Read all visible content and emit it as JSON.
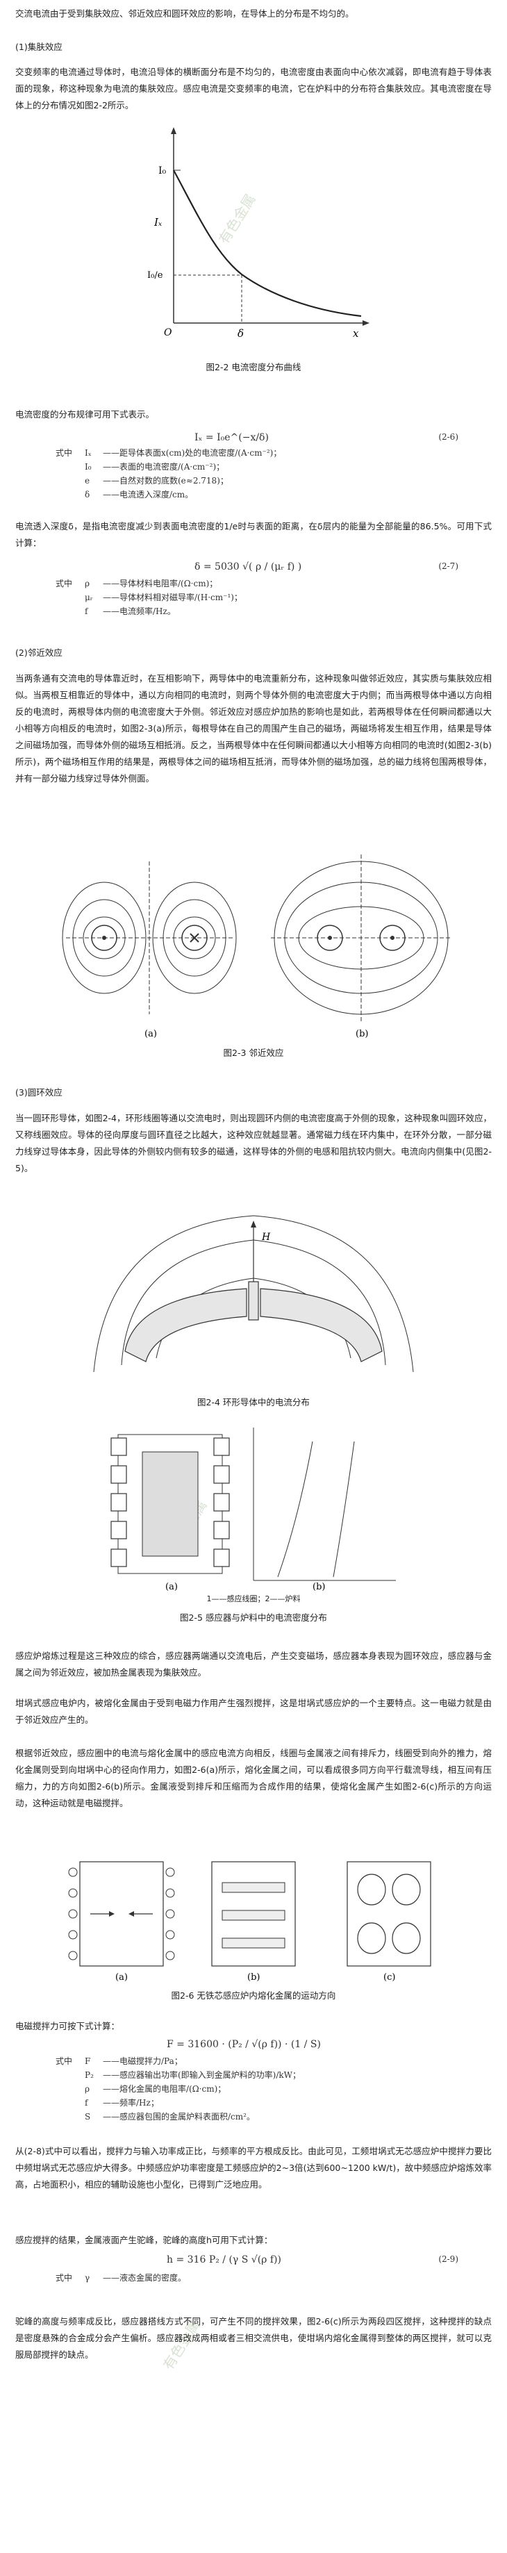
{
  "intro": "交流电流由于受到集肤效应、邻近效应和圆环效应的影响，在导体上的分布是不均匀的。",
  "sec1": {
    "title": "(1)集肤效应",
    "p1": "交变频率的电流通过导体时，电流沿导体的横断面分布是不均匀的，电流密度由表面向中心依次减弱，即电流有趋于导体表面的现象，称这种现象为电流的集肤效应。感应电流是交变频率的电流，它在炉料中的分布符合集肤效应。其电流密度在导体上的分布情况如图2-2所示。",
    "fig_labels": {
      "I0": "I₀",
      "Ix": "Iₓ",
      "I0e": "I₀/e",
      "O": "O",
      "delta": "δ",
      "x": "x"
    },
    "caption": "图2-2 电流密度分布曲线",
    "p2": "电流密度的分布规律可用下式表示。",
    "eq1": {
      "main": "Iₓ = I₀e^(−x/δ)",
      "no": "(2-6)",
      "where": "式中",
      "vars": [
        {
          "s": "Iₓ",
          "d": "——距导体表面x(cm)处的电流密度/(A·cm⁻²)；"
        },
        {
          "s": "I₀",
          "d": "——表面的电流密度/(A·cm⁻²)；"
        },
        {
          "s": "e",
          "d": "——自然对数的底数(e≈2.718)；"
        },
        {
          "s": "δ",
          "d": "——电流透入深度/cm。"
        }
      ]
    },
    "p3": "电流透入深度δ，是指电流密度减少到表面电流密度的1/e时与表面的距离，在δ层内的能量为全部能量的86.5%。可用下式计算：",
    "eq2": {
      "main": "δ = 5030 √( ρ / (μᵣ f) )",
      "no": "(2-7)",
      "where": "式中",
      "vars": [
        {
          "s": "ρ",
          "d": "——导体材料电阻率/(Ω·cm)；"
        },
        {
          "s": "μᵣ",
          "d": "——导体材料相对磁导率/(H·cm⁻¹)；"
        },
        {
          "s": "f",
          "d": "——电流频率/Hz。"
        }
      ]
    }
  },
  "sec2": {
    "title": "(2)邻近效应",
    "p1": "当两条通有交流电的导体靠近时，在互相影响下，两导体中的电流重新分布，这种现象叫做邻近效应，其实质与集肤效应相似。当两根互相靠近的导体中，通以方向相同的电流时，则两个导体外侧的电流密度大于内侧；而当两根导体中通以方向相反的电流时，两根导体内侧的电流密度大于外侧。邻近效应对感应炉加热的影响也是如此，若两根导体在任何瞬间都通以大小相等方向相反的电流时，如图2-3(a)所示，每根导体在自己的周围产生自己的磁场，两磁场将发生相互作用，结果是导体之间磁场加强，而导体外侧的磁场互相抵消。反之，当两根导体中在任何瞬间都通以大小相等方向相同的电流时(如图2-3(b)所示)，两个磁场相互作用的结果是，两根导体之间的磁场相互抵消，而导体外侧的磁场加强，总的磁力线将包围两根导体，并有一部分磁力线穿过导体外侧面。",
    "fig_a": "(a)",
    "fig_b": "(b)",
    "caption": "图2-3 邻近效应"
  },
  "sec3": {
    "title": "(3)圆环效应",
    "p1": "当一圆环形导体，如图2-4，环形线圈等通以交流电时，则出现圆环内侧的电流密度高于外侧的现象，这种现象叫圆环效应，又称线圈效应。导体的径向厚度与圆环直径之比越大，这种效应就越显著。通常磁力线在环内集中，在环外分散，一部分磁力线穿过导体本身，因此导体的外侧较内侧有较多的磁通，这样导体的外侧的电感和阻抗较内侧大。电流向内侧集中(见图2-5)。",
    "fig4_H": "H",
    "caption4": "图2-4 环形导体中的电流分布",
    "fig5_a": "(a)",
    "fig5_b": "(b)",
    "fig5_legend": "1——感应线圈；2——炉料",
    "caption5": "图2-5 感应器与炉料中的电流密度分布",
    "p2": "感应炉熔炼过程是这三种效应的综合，感应器两端通以交流电后，产生交变磁场，感应器本身表现为圆环效应，感应器与金属之间为邻近效应，被加热金属表现为集肤效应。",
    "p3": "坩埚式感应电炉内，被熔化金属由于受到电磁力作用产生强烈搅拌，这是坩埚式感应炉的一个主要特点。这一电磁力就是由于邻近效应产生的。",
    "p4": "根据邻近效应，感应圈中的电流与熔化金属中的感应电流方向相反，线圈与金属液之间有排斥力，线圈受到向外的推力，熔化金属则受到向坩埚中心的径向作用力，如图2-6(a)所示，熔化金属之间，可以看成很多同方向平行载流导线，相互间有压缩力，力的方向如图2-6(b)所示。金属液受到排斥和压缩而为合成作用的结果，使熔化金属产生如图2-6(c)所示的方向运动，这种运动就是电磁搅拌。",
    "fig6_a": "(a)",
    "fig6_b": "(b)",
    "fig6_c": "(c)",
    "caption6": "图2-6 无铁芯感应炉内熔化金属的运动方向",
    "p5": "电磁搅拌力可按下式计算：",
    "eq3": {
      "main": "F = 31600 · (P₂ / √(ρ f)) · (1 / S)",
      "where": "式中",
      "vars": [
        {
          "s": "F",
          "d": "——电磁搅拌力/Pa；"
        },
        {
          "s": "P₂",
          "d": "——感应器输出功率(即输入到金属炉料的功率)/kW；"
        },
        {
          "s": "ρ",
          "d": "——熔化金属的电阻率/(Ω·cm)；"
        },
        {
          "s": "f",
          "d": "——频率/Hz；"
        },
        {
          "s": "S",
          "d": "——感应器包围的金属炉料表面积/cm²。"
        }
      ]
    },
    "p6": "从(2-8)式中可以看出，搅拌力与输入功率成正比，与频率的平方根成反比。由此可见，工频坩埚式无芯感应炉中搅拌力要比中频坩埚式无芯感应炉大得多。中频感应炉功率密度是工频感应炉的2~3倍(达到600~1200 kW/t)，故中频感应炉熔炼效率高，占地面积小，相应的辅助设施也小型化，已得到广泛地应用。",
    "p7": "感应搅拌的结果，金属液面产生驼峰，驼峰的高度h可用下式计算：",
    "eq4": {
      "main": "h = 316 P₂ / (γ S √(ρ f))",
      "no": "(2-9)",
      "where": "式中",
      "vars": [
        {
          "s": "γ",
          "d": "——液态金属的密度。"
        }
      ]
    },
    "p8": "驼峰的高度与频率成反比，感应器搭线方式不同，可产生不同的搅拌效果，图2-6(c)所示为两段四区搅拌，这种搅拌的缺点是密度悬殊的合金成分会产生偏析。感应器改成两相或者三相交流供电，使坩埚内熔化金属得到整体的两区搅拌，就可以克服局部搅拌的缺点。"
  }
}
